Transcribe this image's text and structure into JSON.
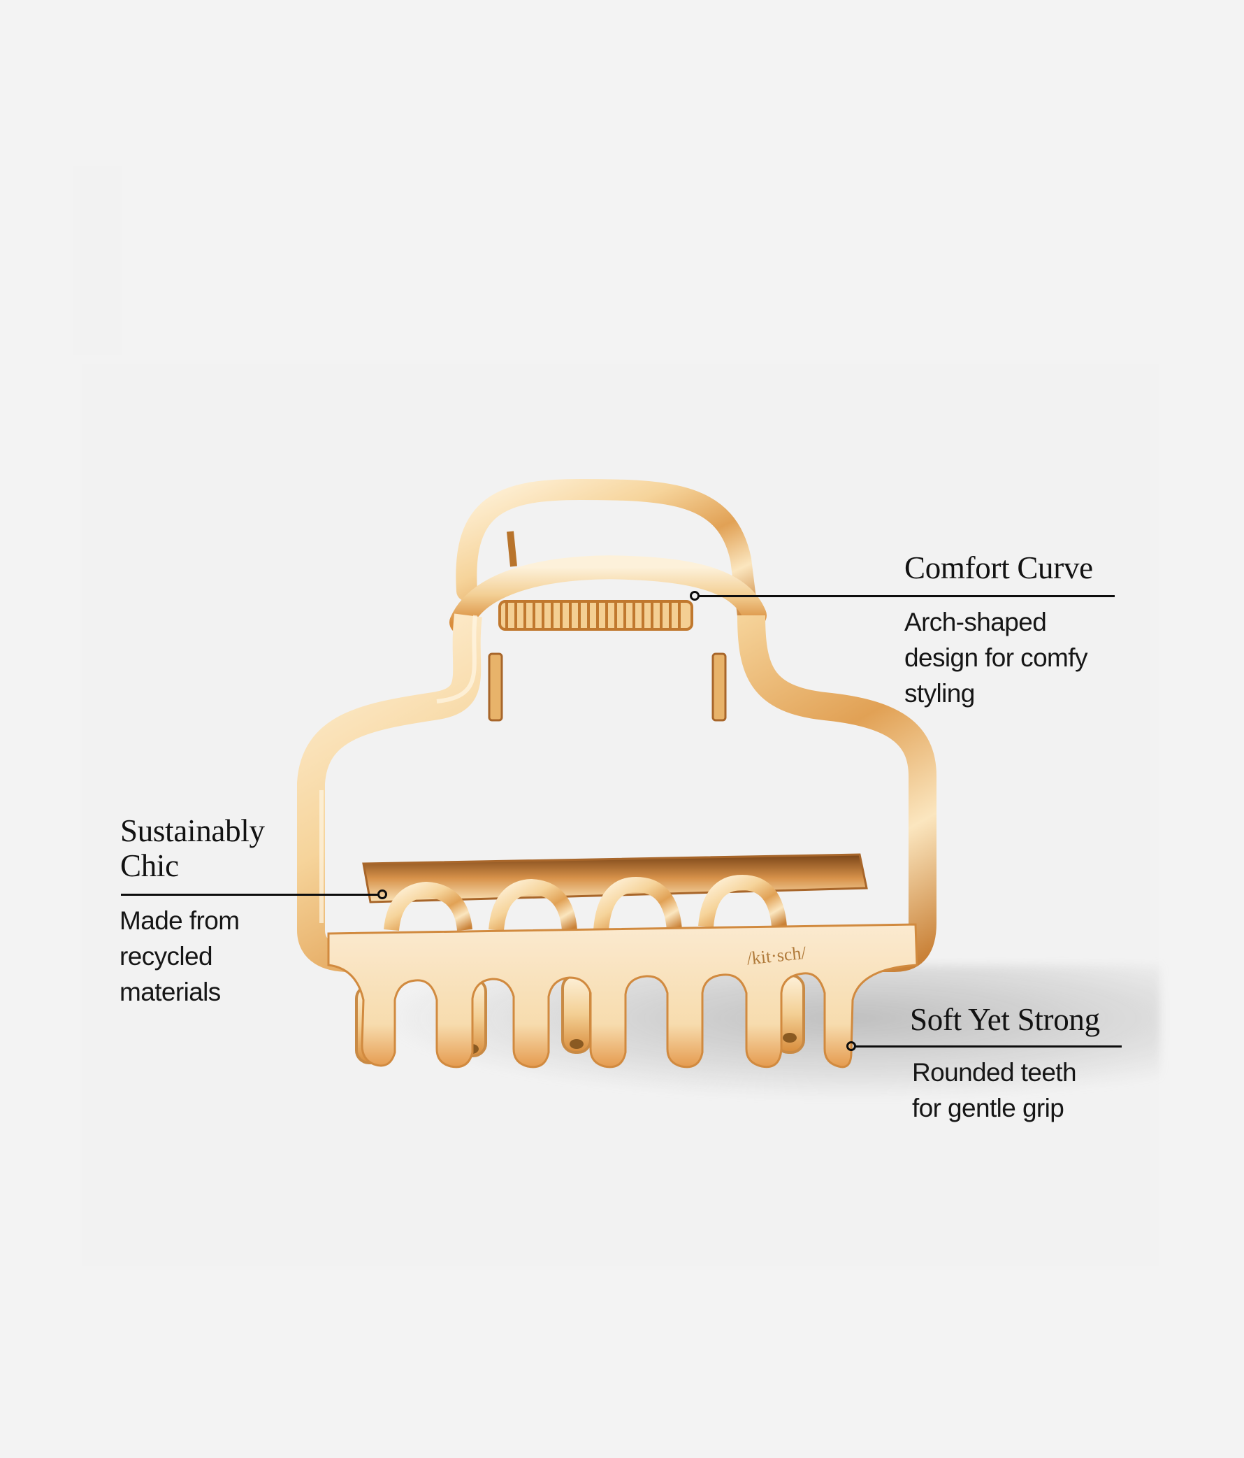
{
  "product": {
    "name": "Gold Claw Clip",
    "brand_engraving": "/kit·sch/",
    "colors": {
      "background": "#f3f3f3",
      "gold_light": "#fbe9c8",
      "gold_mid": "#e8b36a",
      "gold_dark": "#b8742c",
      "gold_deep": "#6e3b12",
      "line": "#0d0d0d"
    }
  },
  "callouts": [
    {
      "id": "comfort-curve",
      "title": "Comfort Curve",
      "description": "Arch-shaped\ndesign for comfy\nstyling",
      "description_lines": [
        "Arch-shaped",
        "design for comfy",
        "styling"
      ]
    },
    {
      "id": "sustainably-chic",
      "title": "Sustainably\nChic",
      "title_lines": [
        "Sustainably",
        "Chic"
      ],
      "description": "Made from\nrecycled\nmaterials",
      "description_lines": [
        "Made from",
        "recycled",
        "materials"
      ]
    },
    {
      "id": "soft-yet-strong",
      "title": "Soft Yet Strong",
      "description": "Rounded teeth\nfor gentle grip",
      "description_lines": [
        "Rounded teeth",
        "for gentle grip"
      ]
    }
  ]
}
